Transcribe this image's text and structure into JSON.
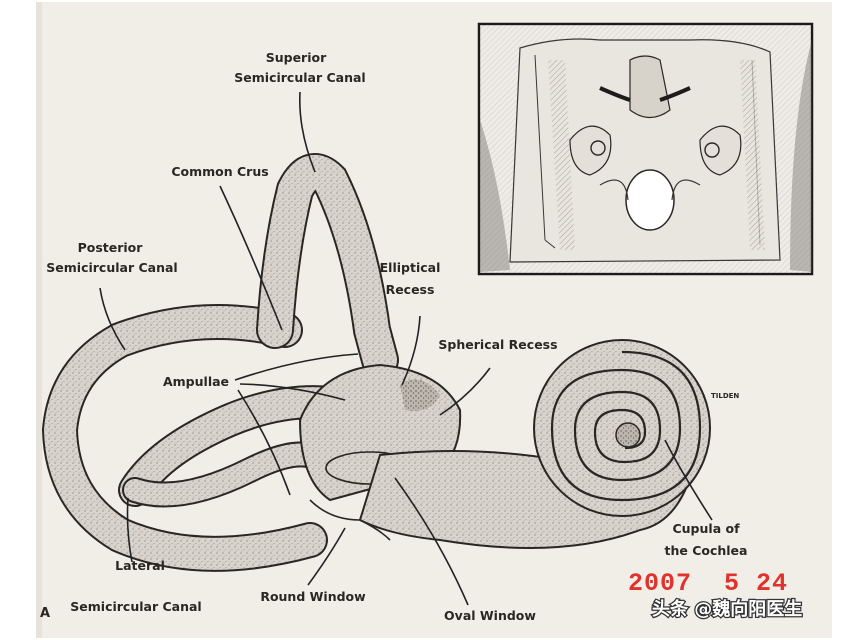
{
  "labels": {
    "superior_canal": [
      "Superior",
      "Semicircular Canal"
    ],
    "common_crus": "Common Crus",
    "posterior_canal": [
      "Posterior",
      "Semicircular Canal"
    ],
    "elliptical_recess": [
      "Elliptical",
      "Recess"
    ],
    "spherical_recess": "Spherical Recess",
    "ampullae": "Ampullae",
    "cupula": [
      "Cupula of",
      "the Cochlea"
    ],
    "lateral_canal": [
      "Lateral",
      "Semicircular Canal"
    ],
    "round_window": "Round Window",
    "oval_window": "Oval Window"
  },
  "panel_letter": "A",
  "signature": "TILDEN",
  "date_stamp": "2007  5 24",
  "watermark": "头条 @魏向阳医生",
  "colors": {
    "paper": "#f1eee8",
    "structure_fill": "#d9d4cd",
    "ink": "#2a2723",
    "date_red": "#e0332d"
  }
}
